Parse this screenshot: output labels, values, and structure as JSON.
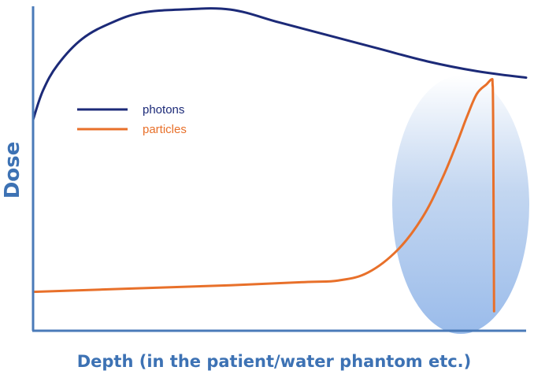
{
  "chart_data": {
    "type": "line",
    "title": "",
    "xlabel": "Depth (in the patient/water phantom etc.)",
    "ylabel": "Dose",
    "xlim": [
      0,
      100
    ],
    "ylim": [
      0,
      100
    ],
    "grid": false,
    "legend_position": "upper-left",
    "series": [
      {
        "name": "photons",
        "color": "#1c2a78",
        "points": [
          [
            0,
            65
          ],
          [
            2,
            74
          ],
          [
            5,
            82
          ],
          [
            10,
            90
          ],
          [
            16,
            95
          ],
          [
            22,
            98
          ],
          [
            30,
            99
          ],
          [
            40,
            99
          ],
          [
            50,
            95
          ],
          [
            60,
            91
          ],
          [
            70,
            87
          ],
          [
            80,
            83
          ],
          [
            90,
            80
          ],
          [
            100,
            78
          ]
        ]
      },
      {
        "name": "particles",
        "color": "#e8702a",
        "points": [
          [
            0,
            12
          ],
          [
            20,
            13
          ],
          [
            40,
            14
          ],
          [
            55,
            15
          ],
          [
            62,
            15.5
          ],
          [
            68,
            18
          ],
          [
            74,
            25
          ],
          [
            79,
            35
          ],
          [
            83,
            47
          ],
          [
            86,
            58
          ],
          [
            88,
            66
          ],
          [
            90,
            73
          ],
          [
            92,
            76
          ],
          [
            93,
            77.5
          ],
          [
            93.2,
            76
          ],
          [
            93.3,
            66
          ],
          [
            93.5,
            6
          ]
        ]
      }
    ],
    "highlight": {
      "shape": "ellipse",
      "label": "",
      "color": "#8fb4e8"
    }
  }
}
